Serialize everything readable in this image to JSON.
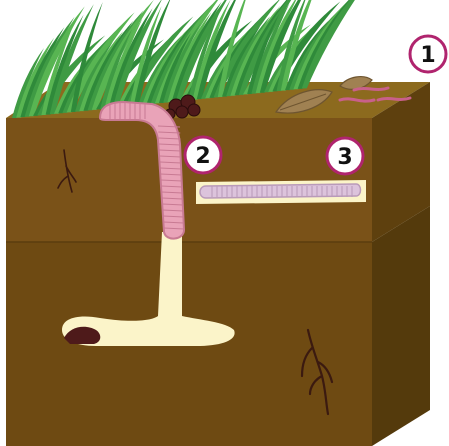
{
  "diagram": {
    "markers": [
      {
        "label": "1",
        "refers_to": "leaf-litter-surface"
      },
      {
        "label": "2",
        "refers_to": "earthworm"
      },
      {
        "label": "3",
        "refers_to": "horizontal-burrow-worm"
      }
    ],
    "colors": {
      "badge_ring": "#b0246e",
      "badge_fill": "#ffffff",
      "badge_text": "#111111",
      "soil_top_layer": "#7a5218",
      "soil_bottom_layer": "#6e4a12",
      "soil_surface": "#8c6a1e",
      "soil_side_top": "#5e400e",
      "soil_side_bottom": "#543a0c",
      "burrow": "#fbf4c9",
      "worm_pink": "#e9a3b8",
      "worm_stroke": "#c87a93",
      "castings": "#4e1a1a",
      "grass": "#4aa84a",
      "leaf": "#a08152",
      "root": "#3b1a10"
    }
  }
}
